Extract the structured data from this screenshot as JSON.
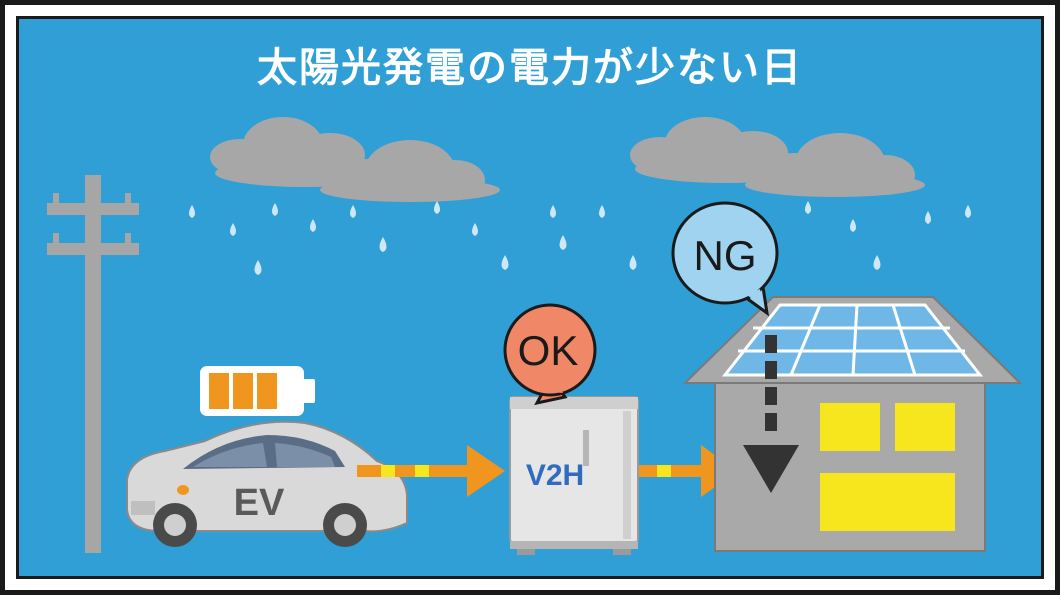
{
  "title": "太陽光発電の電力が少ない日",
  "labels": {
    "ok": "OK",
    "ng": "NG",
    "v2h": "V2H",
    "ev": "EV"
  },
  "colors": {
    "sky": "#2f9fd6",
    "cloud": "#a7a7a7",
    "rain": "#cfe6f5",
    "pole": "#a6a6a6",
    "arrow": "#f0961e",
    "ok_bubble": "#f08868",
    "ng_bubble": "#9fd3f0",
    "window": "#f7e51e",
    "house": "#a9a9a9",
    "battery": "#f0961e"
  },
  "icons": {
    "weather": "rain-cloud-icon",
    "battery": "battery-icon"
  }
}
